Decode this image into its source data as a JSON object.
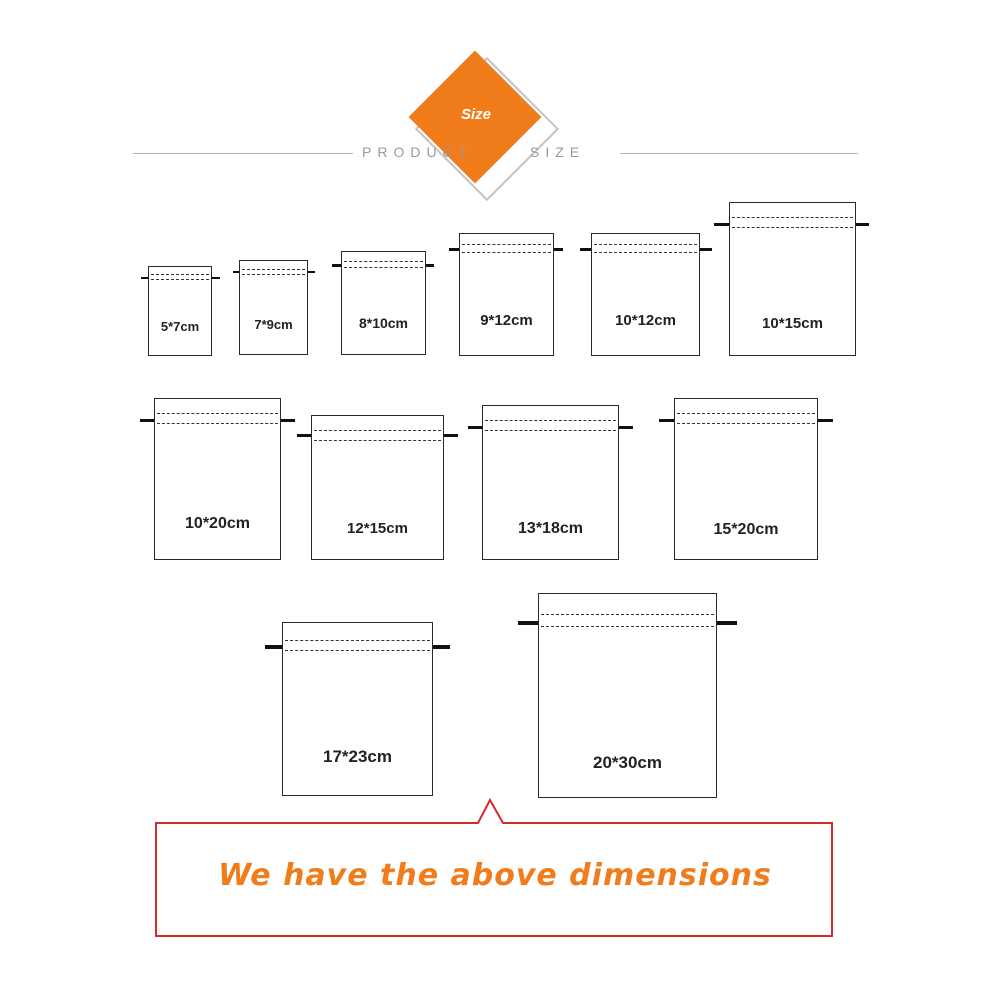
{
  "header": {
    "badge_label": "Size",
    "subtitle_left": "PRODUCT",
    "subtitle_right": "SIZE",
    "accent_color": "#f07c1b"
  },
  "bags": [
    {
      "label": "5*7cm"
    },
    {
      "label": "7*9cm"
    },
    {
      "label": "8*10cm"
    },
    {
      "label": "9*12cm"
    },
    {
      "label": "10*12cm"
    },
    {
      "label": "10*15cm"
    },
    {
      "label": "10*20cm"
    },
    {
      "label": "12*15cm"
    },
    {
      "label": "13*18cm"
    },
    {
      "label": "15*20cm"
    },
    {
      "label": "17*23cm"
    },
    {
      "label": "20*30cm"
    }
  ],
  "callout": {
    "text": "We have the above dimensions",
    "border_color": "#d42a2a"
  }
}
